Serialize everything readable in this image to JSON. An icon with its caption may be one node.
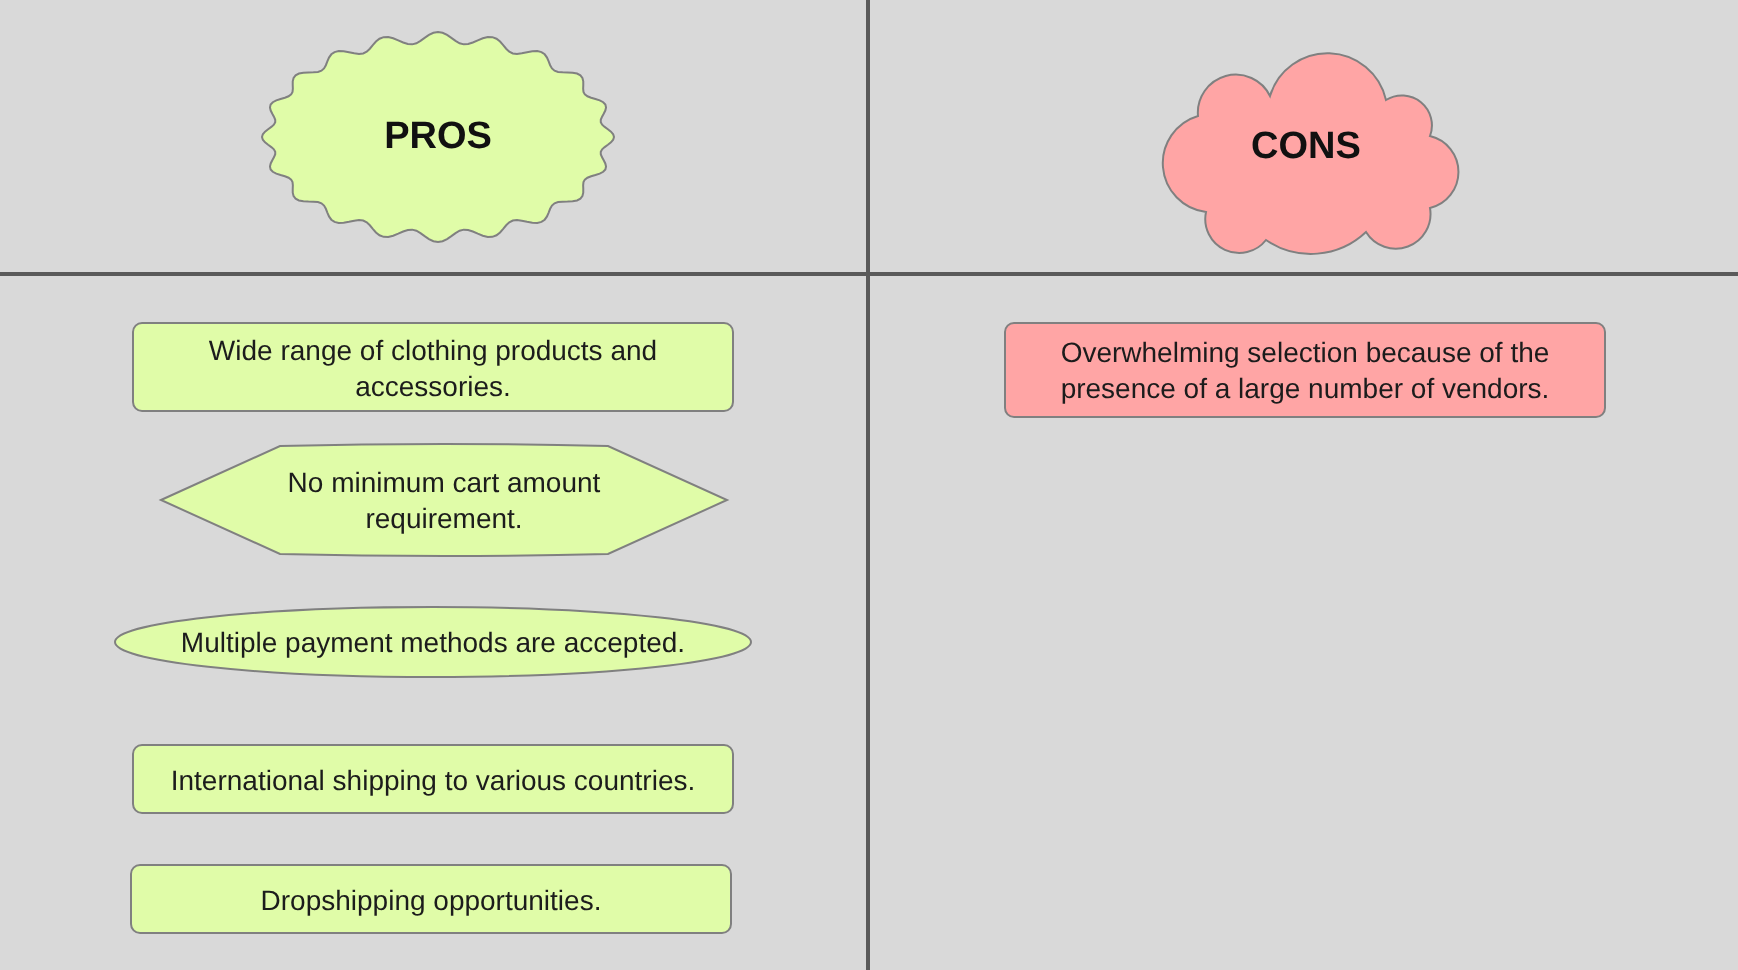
{
  "diagram": {
    "nodes": [
      {
        "text": [
          "PROS"
        ]
      },
      {
        "text": [
          "Wide range of clothing products and accessories."
        ]
      },
      {
        "text": [
          "No minimum cart amount requirement."
        ]
      },
      {
        "text": [
          "Multiple payment methods are accepted."
        ]
      },
      {
        "text": [
          "International shipping to various countries."
        ]
      },
      {
        "text": [
          "Dropshipping opportunities."
        ]
      },
      {
        "text": [
          "CONS"
        ]
      },
      {
        "text": [
          "Overwhelming selection because of the presence of a large number of vendors."
        ]
      }
    ]
  }
}
